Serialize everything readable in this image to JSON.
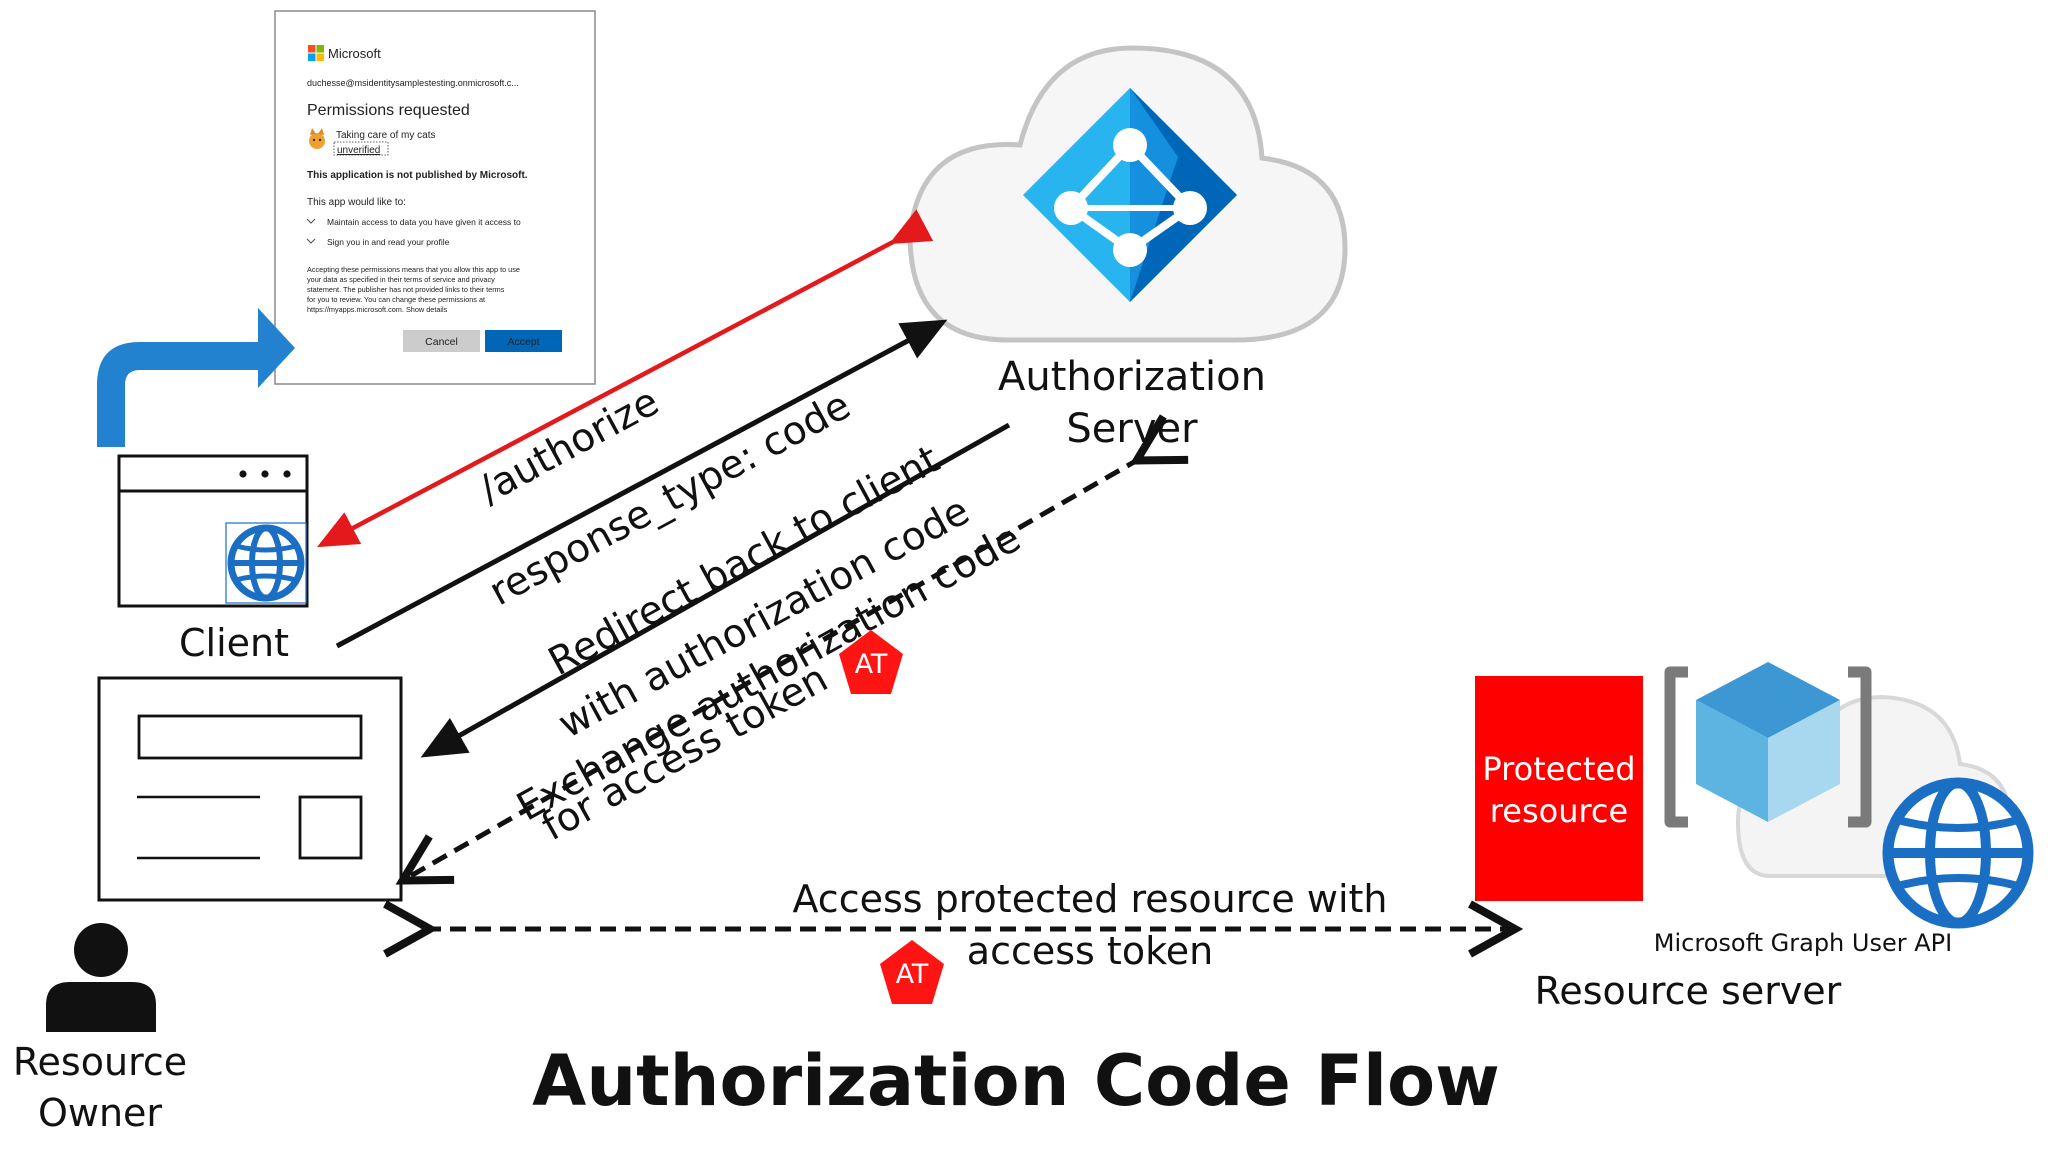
{
  "title": "Authorization Code Flow",
  "colors": {
    "request_arrow": "#e3191c",
    "flow_arrow": "#111111",
    "protected_resource": "#ff0000",
    "token_badge": "#ff1414",
    "entra_light": "#27b4ef",
    "entra_dark": "#0067b8",
    "globe": "#1a6fc4",
    "bent_arrow": "#2282d0"
  },
  "consent_dialog": {
    "brand": "Microsoft",
    "account": "duchesse@msidentitysamplestesting.onmicrosoft.c...",
    "heading": "Permissions requested",
    "app_name": "Taking care of my cats",
    "app_status": "unverified",
    "not_published": "This application is not published by Microsoft.",
    "intro": "This app would like to:",
    "permissions": [
      "Maintain access to data you have given it access to",
      "Sign you in and read your profile"
    ],
    "disclaimer": [
      "Accepting these permissions means that you allow this app to use",
      "your data as specified in their terms of service and privacy",
      "statement. The publisher has not provided links to their terms",
      "for you to review. You can change these permissions at",
      "https://myapps.microsoft.com. Show details"
    ],
    "cancel_label": "Cancel",
    "accept_label": "Accept"
  },
  "actors": {
    "client": "Client",
    "resource_owner": [
      "Resource",
      "Owner"
    ],
    "authorization_server": [
      "Authorization",
      "Server"
    ],
    "resource_server": "Resource server",
    "graph_api": "Microsoft Graph User API",
    "protected_resource": [
      "Protected",
      "resource"
    ]
  },
  "flows": {
    "authorize": [
      "/authorize",
      "response_type: code"
    ],
    "redirect": [
      "Redirect back to client",
      "with authorization code"
    ],
    "exchange": [
      "Exchange authorization code",
      "for access token"
    ],
    "access": [
      "Access protected resource with",
      "access token"
    ]
  },
  "token_badge": "AT"
}
